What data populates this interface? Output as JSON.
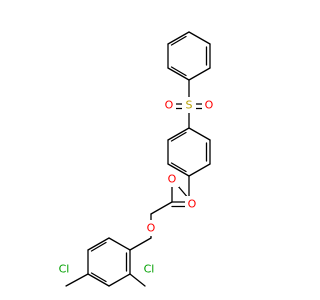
{
  "molecule": {
    "atoms": {
      "sulfur": {
        "symbol": "S"
      },
      "sulfonyl_oxygen_left": {
        "symbol": "O"
      },
      "sulfonyl_oxygen_right": {
        "symbol": "O"
      },
      "ester_oxygen": {
        "symbol": "O"
      },
      "carbonyl_oxygen": {
        "symbol": "O"
      },
      "ether_oxygen": {
        "symbol": "O"
      },
      "chlorine_para": {
        "symbol": "Cl"
      },
      "chlorine_ortho": {
        "symbol": "Cl"
      }
    },
    "colors": {
      "bond": "#000000",
      "oxygen": "#ff0000",
      "sulfur": "#b8a000",
      "chlorine": "#00a000",
      "background": "#ffffff"
    }
  }
}
